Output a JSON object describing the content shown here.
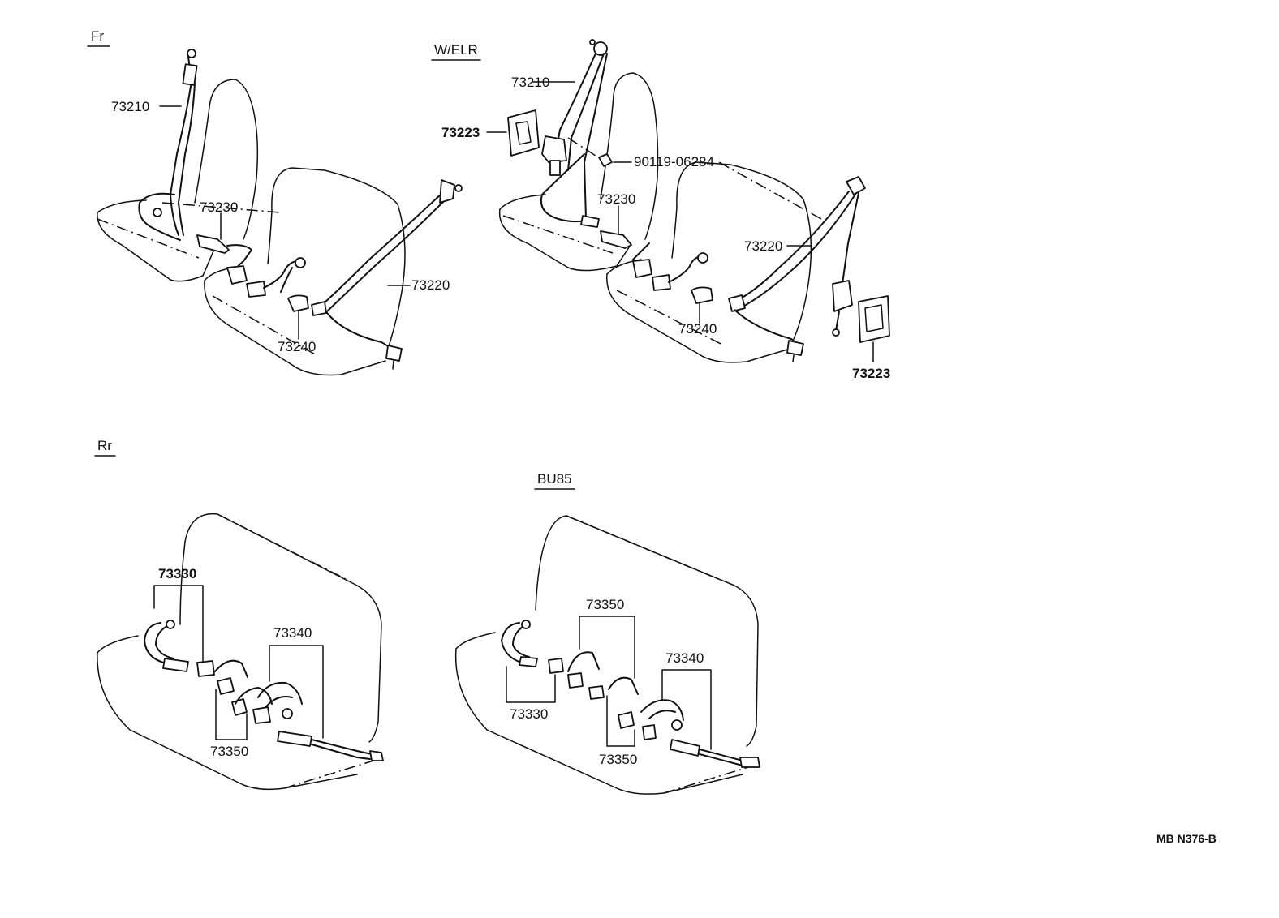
{
  "sections": {
    "front": "Fr",
    "front_elr": "W/ELR",
    "rear": "Rr",
    "rear_bu85": "BU85"
  },
  "labels": {
    "fr_73210": "73210",
    "fr_73230": "73230",
    "fr_73220": "73220",
    "fr_73240": "73240",
    "elr_73210": "73210",
    "elr_73223_a": "73223",
    "elr_bolt": "90119-06284",
    "elr_73230": "73230",
    "elr_73220": "73220",
    "elr_73240": "73240",
    "elr_73223_b": "73223",
    "rr_73330": "73330",
    "rr_73340": "73340",
    "rr_73350": "73350",
    "bu_73350_top": "73350",
    "bu_73340": "73340",
    "bu_73330": "73330",
    "bu_73350_bot": "73350"
  },
  "drawing_code": "MB N376-B"
}
